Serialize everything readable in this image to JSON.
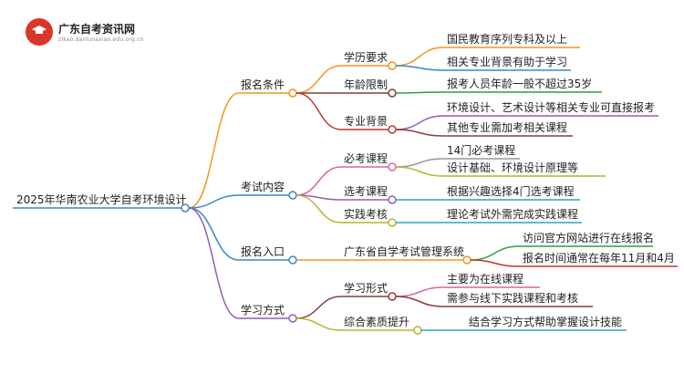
{
  "site": {
    "name": "广东自考资讯网",
    "url": "zikao.danlunaxiao.edu.org.cn"
  },
  "root": "2025年华南农业大学自考环境设计",
  "branches": [
    {
      "label": "报名条件",
      "color": "#f5941d",
      "children": [
        {
          "label": "学历要求",
          "color": "#f5941d",
          "leaves": [
            {
              "label": "国民教育序列专科及以上",
              "color": "#f5941d"
            },
            {
              "label": "相关专业背景有助于学习",
              "color": "#3a86c8"
            }
          ]
        },
        {
          "label": "年龄限制",
          "color": "#8c3b3b",
          "leaves": [
            {
              "label": "报考人员年龄一般不超过35岁",
              "color": "#2e9e3f"
            }
          ]
        },
        {
          "label": "专业背景",
          "color": "#c0392b",
          "leaves": [
            {
              "label": "环境设计、艺术设计等相关专业可直接报考",
              "color": "#8e5fb5"
            },
            {
              "label": "其他专业需加考相关课程",
              "color": "#8c3b3b"
            }
          ]
        }
      ]
    },
    {
      "label": "考试内容",
      "color": "#3a86c8",
      "children": [
        {
          "label": "必考课程",
          "color": "#d9659e",
          "leaves": [
            {
              "label": "14门必考课程",
              "color": "#999999"
            },
            {
              "label": "设计基础、环境设计原理等",
              "color": "#b5b52a"
            }
          ]
        },
        {
          "label": "选考课程",
          "color": "#8e5fb5",
          "leaves": [
            {
              "label": "根据兴趣选择4门选考课程",
              "color": "#2aa7bd"
            }
          ]
        },
        {
          "label": "实践考核",
          "color": "#b5b52a",
          "leaves": [
            {
              "label": "理论考试外需完成实践课程",
              "color": "#2aa7bd"
            }
          ]
        }
      ]
    },
    {
      "label": "报名入口",
      "color": "#3a86c8",
      "children": [
        {
          "label": "广东省自学考试管理系统",
          "color": "#f5941d",
          "leaves": [
            {
              "label": "访问官方网站进行在线报名",
              "color": "#2e9e3f"
            },
            {
              "label": "报名时间通常在每年11月和4月",
              "color": "#c0392b"
            }
          ]
        }
      ]
    },
    {
      "label": "学习方式",
      "color": "#8e5fb5",
      "children": [
        {
          "label": "学习形式",
          "color": "#8c3b3b",
          "leaves": [
            {
              "label": "主要为在线课程",
              "color": "#d9659e"
            },
            {
              "label": "需参与线下实践课程和考核",
              "color": "#8c3b3b"
            }
          ]
        },
        {
          "label": "综合素质提升",
          "color": "#b5b52a",
          "leaves": [
            {
              "label": "结合学习方式帮助掌握设计技能",
              "color": "#2aa7bd"
            }
          ]
        }
      ]
    }
  ]
}
